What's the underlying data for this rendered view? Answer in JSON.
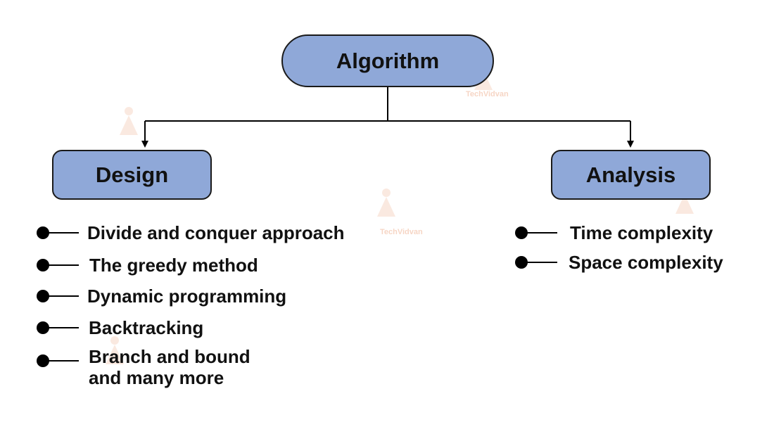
{
  "diagram": {
    "root": {
      "label": "Algorithm"
    },
    "branches": [
      {
        "label": "Design",
        "items": [
          "Divide and conquer approach",
          "The greedy method",
          "Dynamic programming",
          "Backtracking",
          "Branch and bound\nand many more"
        ]
      },
      {
        "label": "Analysis",
        "items": [
          "Time complexity",
          "Space complexity"
        ]
      }
    ]
  },
  "watermark": {
    "text": "TechVidvan",
    "color": "#e88a5a"
  },
  "colors": {
    "node_fill": "#8fa8d8",
    "stroke": "#1a1a1a",
    "text": "#111111"
  }
}
